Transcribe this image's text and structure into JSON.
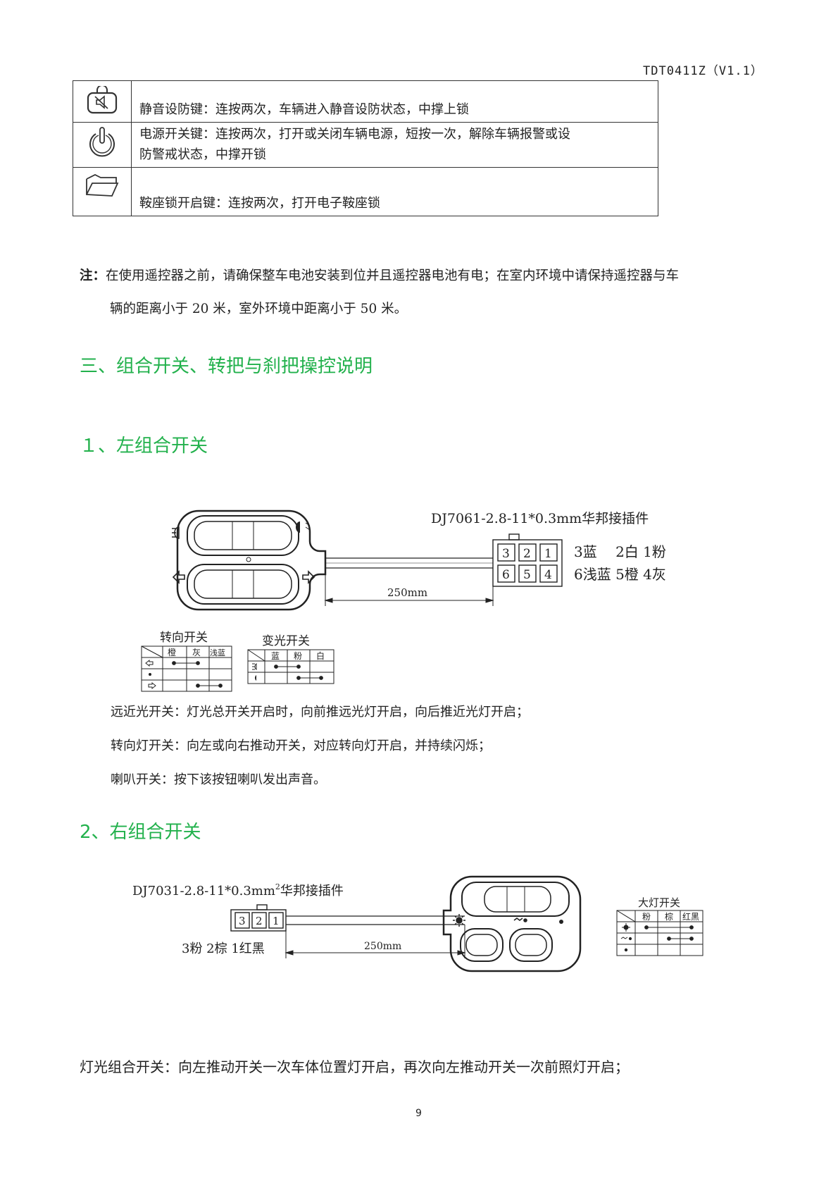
{
  "header": {
    "doc_code": "TDT0411Z（V1.1）"
  },
  "key_table": {
    "rows": [
      {
        "icon": "mute-lock-icon",
        "text": "静音设防键：连按两次，车辆进入静音设防状态，中撑上锁"
      },
      {
        "icon": "power-icon",
        "text_line1": "电源开关键：连按两次，打开或关闭车辆电源，短按一次，解除车辆报警或设",
        "text_line2": "防警戒状态，中撑开锁"
      },
      {
        "icon": "folder-seat-icon",
        "text": "鞍座锁开启键：连按两次，打开电子鞍座锁"
      }
    ]
  },
  "note": {
    "label": "注：",
    "line1": "在使用遥控器之前，请确保整车电池安装到位并且遥控器电池有电；在室内环境中请保持遥控器与车",
    "line2": "辆的距离小于 20 米，室外环境中距离小于 50 米。"
  },
  "section3": {
    "title": "三、组合开关、转把与刹把操控说明"
  },
  "left_switch": {
    "title": "１、左组合开关",
    "connector_label": "DJ7061-2.8-11*0.3mm华邦接插件",
    "pins_top": [
      "3",
      "2",
      "1"
    ],
    "pins_bottom": [
      "6",
      "5",
      "4"
    ],
    "wire_line1": "3蓝　 2白 1粉",
    "wire_line2": "6浅蓝 5橙 4灰",
    "cable_length": "250mm",
    "turn_table": {
      "title": "转向开关",
      "headers": [
        "橙",
        "灰",
        "浅蓝"
      ]
    },
    "beam_table": {
      "title": "变光开关",
      "headers": [
        "蓝",
        "粉",
        "白"
      ]
    },
    "desc": [
      "远近光开关：灯光总开关开启时，向前推远光灯开启，向后推近光灯开启；",
      "转向灯开关：向左或向右推动开关，对应转向灯开启，并持续闪烁；",
      "喇叭开关：按下该按钮喇叭发出声音。"
    ]
  },
  "right_switch": {
    "title": "2、右组合开关",
    "connector_label": "DJ7031-2.8-11*0.3mm",
    "connector_sup": "2",
    "connector_suffix": "华邦接插件",
    "pins": [
      "3",
      "2",
      "1"
    ],
    "wire_line": "3粉 2棕 1红黑",
    "cable_length": "250mm",
    "lamp_table": {
      "title": "大灯开关",
      "headers": [
        "粉",
        "棕",
        "红黑"
      ]
    }
  },
  "lamp_desc": "灯光组合开关：向左推动开关一次车体位置灯开启，再次向左推动开关一次前照灯开启；",
  "footer": {
    "page_number": "9"
  }
}
